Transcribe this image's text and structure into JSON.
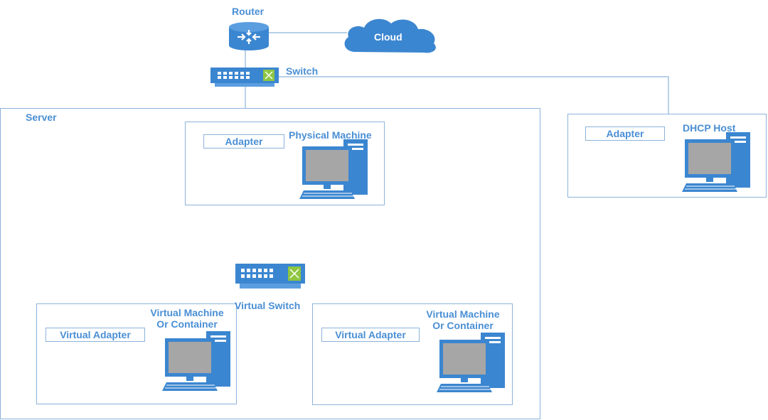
{
  "labels": {
    "router": "Router",
    "cloud": "Cloud",
    "switch": "Switch",
    "server": "Server",
    "physical_machine": "Physical Machine",
    "dhcp_host": "DHCP Host",
    "virtual_switch": "Virtual Switch",
    "vm_left_line1": "Virtual Machine",
    "vm_left_line2": "Or Container",
    "vm_right_line1": "Virtual Machine",
    "vm_right_line2": "Or Container"
  },
  "adapters": {
    "physical": "Adapter",
    "dhcp": "Adapter",
    "vm_left": "Virtual Adapter",
    "vm_right": "Virtual Adapter"
  },
  "colors": {
    "line": "#8cb3da",
    "text": "#4a8fd4",
    "device": "#3b86d0",
    "screen": "#a6a6a6",
    "switch_port": "#ffffff",
    "switch_accent": "#8ec641"
  }
}
